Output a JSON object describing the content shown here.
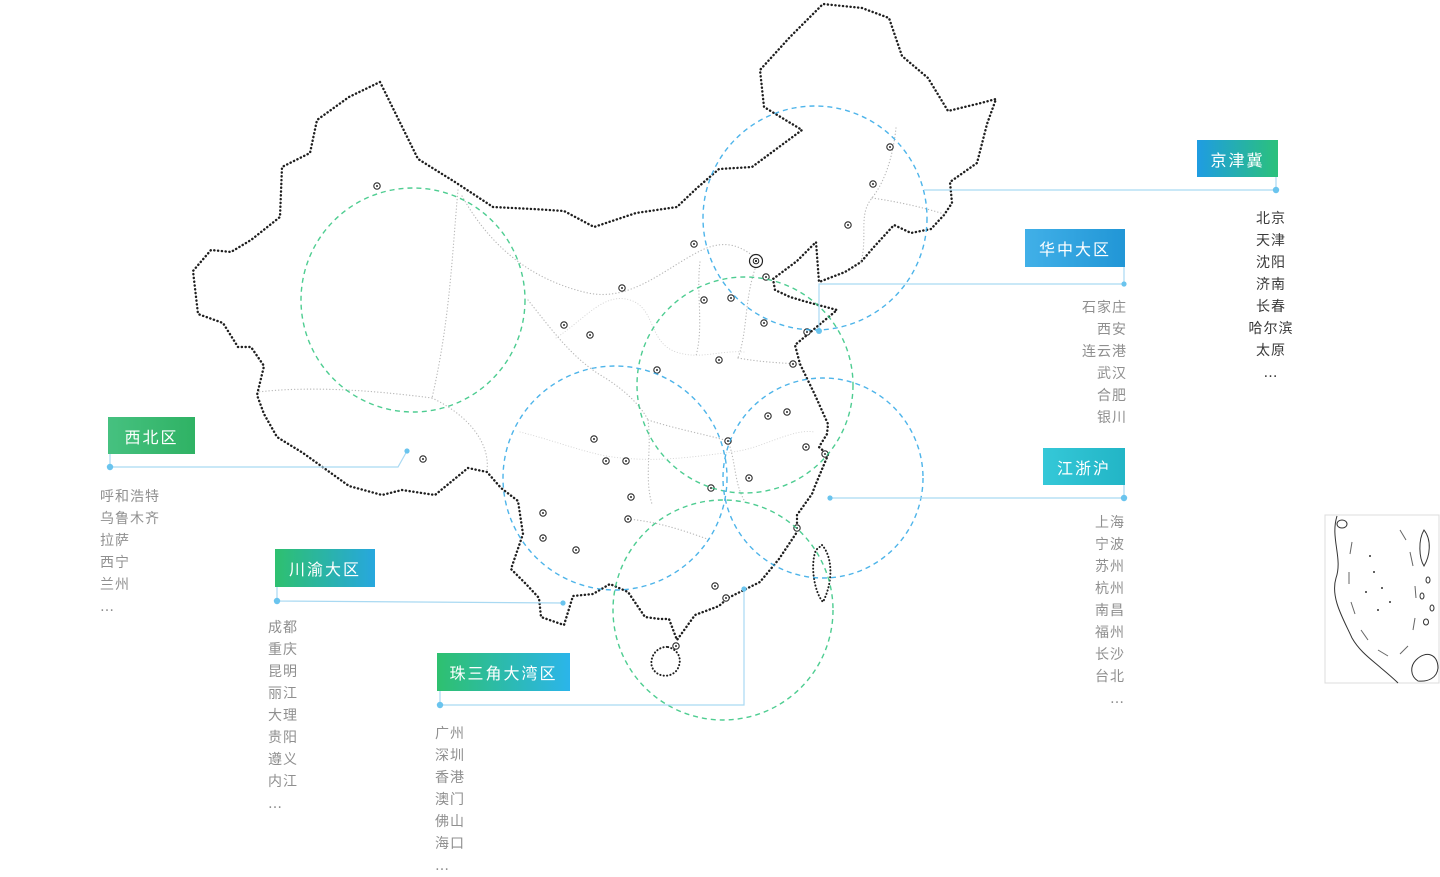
{
  "regions": [
    {
      "id": "jingjinji",
      "label": "京津冀",
      "badge_colors": [
        "#1f9ce2",
        "#2bc17b"
      ],
      "cities": [
        "北京",
        "天津",
        "沈阳",
        "济南",
        "长春",
        "哈尔滨",
        "太原",
        "…"
      ]
    },
    {
      "id": "huazhong",
      "label": "华中大区",
      "badge_colors": [
        "#41b0e8",
        "#2196d6"
      ],
      "cities": [
        "石家庄",
        "西安",
        "连云港",
        "武汉",
        "合肥",
        "银川"
      ]
    },
    {
      "id": "xibei",
      "label": "西北区",
      "badge_colors": [
        "#46c180",
        "#2fb264"
      ],
      "cities": [
        "呼和浩特",
        "乌鲁木齐",
        "拉萨",
        "西宁",
        "兰州",
        "…"
      ]
    },
    {
      "id": "chuanyu",
      "label": "川渝大区",
      "badge_colors": [
        "#2ec06f",
        "#27a7de"
      ],
      "cities": [
        "成都",
        "重庆",
        "昆明",
        "丽江",
        "大理",
        "贵阳",
        "遵义",
        "内江",
        "…"
      ]
    },
    {
      "id": "zhusanjiao",
      "label": "珠三角大湾区",
      "badge_colors": [
        "#2ec06f",
        "#2bb5ea"
      ],
      "cities": [
        "广州",
        "深圳",
        "香港",
        "澳门",
        "佛山",
        "海口",
        "…"
      ]
    },
    {
      "id": "jiangzhehu",
      "label": "江浙沪",
      "badge_colors": [
        "#35c8d8",
        "#22b5c6"
      ],
      "cities": [
        "上海",
        "宁波",
        "苏州",
        "杭州",
        "南昌",
        "福州",
        "长沙",
        "台北",
        "…"
      ]
    }
  ],
  "map": {
    "colors": {
      "circle_blue": "#2ea7e6",
      "circle_green": "#2fc47e",
      "leader_line": "#a9d9f2",
      "leader_dot": "#6ac4ee",
      "map_outline": "#1f1f1f",
      "province_line": "#b8b8b8",
      "city_list_gray": "#8f8f8f",
      "city_list_dark": "#3a3a3a"
    }
  }
}
